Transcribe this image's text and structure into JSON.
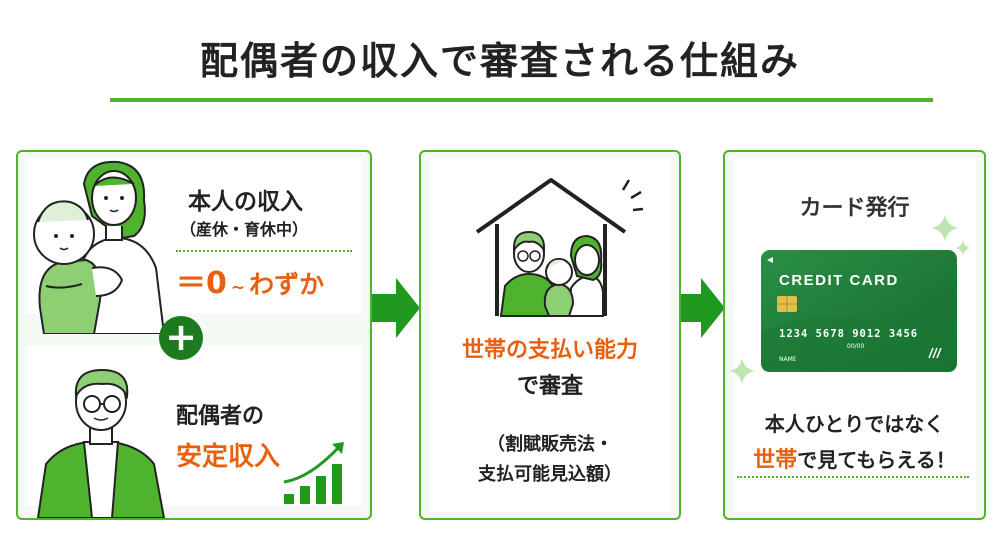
{
  "title": "配偶者の収入で審査される仕組み",
  "panel1": {
    "self_label": "本人の収入",
    "self_note": "（産休・育休中）",
    "self_zero": "＝0",
    "self_tilde": "~",
    "self_small": "わずか",
    "plus": "+",
    "spouse_label": "配偶者の",
    "spouse_value": "安定収入"
  },
  "panel2": {
    "ability": "世帯の支払い能力",
    "review": "で審査",
    "note_line1": "（割賦販売法・",
    "note_line2": "支払可能見込額）"
  },
  "panel3": {
    "heading": "カード発行",
    "card_brand": "CREDIT CARD",
    "card_number": "1234 5678 9012 3456",
    "card_expiry": "00/00",
    "card_name": "NAME",
    "message_line1": "本人ひとりではなく",
    "message_highlight": "世帯",
    "message_line2_rest": "で見てもらえる！"
  },
  "colors": {
    "accent_green": "#4fb32e",
    "dark_green": "#1f9a1f",
    "orange": "#e8600e",
    "card_green": "#1f7f3b"
  }
}
